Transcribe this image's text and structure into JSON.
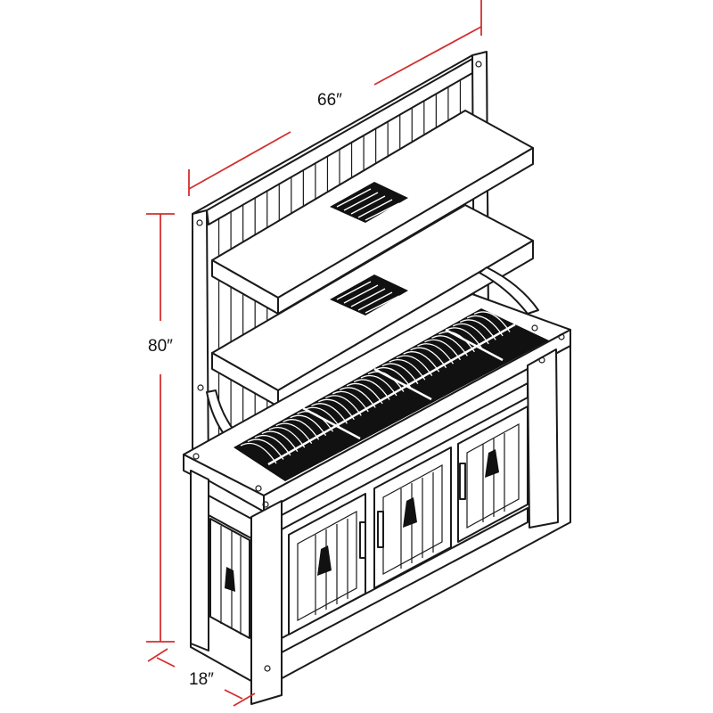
{
  "product": {
    "name": "",
    "description": ""
  },
  "dimensions": {
    "width_label": "66″",
    "height_label": "80″",
    "depth_label": "18″"
  },
  "colors": {
    "dimension_line": "#d32f2f",
    "outline": "#1a1a1a",
    "background": "#ffffff",
    "inlay_dark": "#111111"
  },
  "parts": [
    "hutch-back-panel",
    "upper-shelf",
    "lower-shelf",
    "inlay-tile-top",
    "sideboard-cabinet",
    "cabinet-doors",
    "side-panel-door",
    "support-brackets"
  ]
}
